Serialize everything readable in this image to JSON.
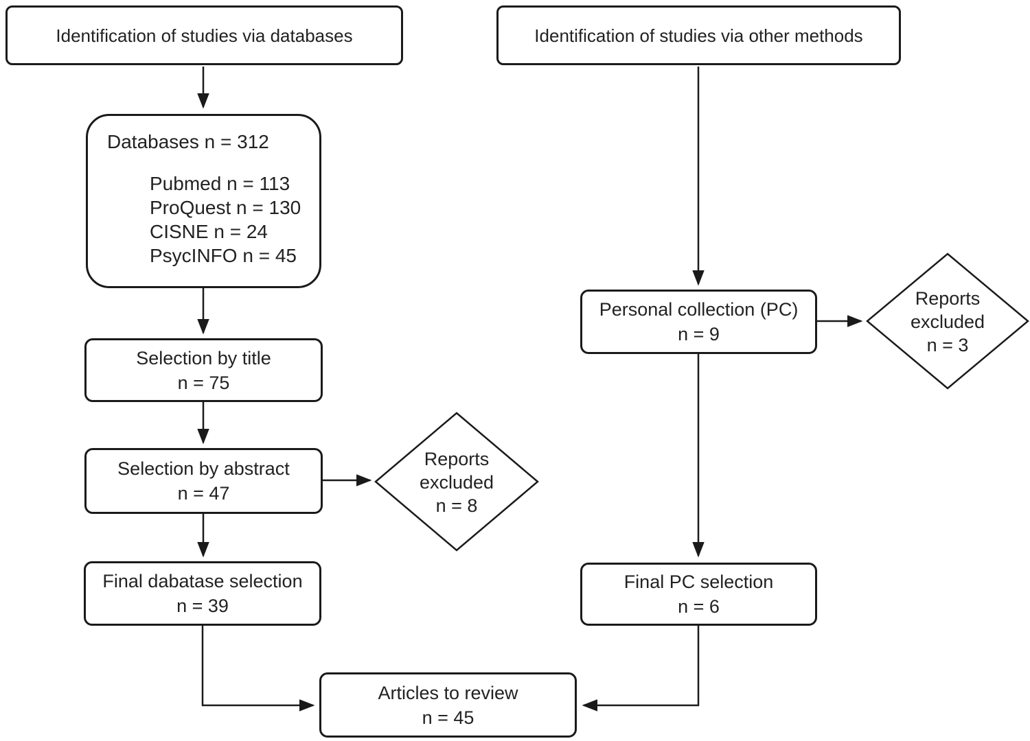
{
  "diagram": {
    "left_column": {
      "header": "Identification of studies via databases",
      "databases_box": {
        "title": "Databases n = 312",
        "items": [
          "Pubmed n = 113",
          "ProQuest n = 130",
          "CISNE n = 24",
          "PsycINFO n = 45"
        ]
      },
      "selection_by_title": {
        "line1": "Selection by title",
        "line2": "n = 75"
      },
      "selection_by_abstract": {
        "line1": "Selection by abstract",
        "line2": "n = 47"
      },
      "reports_excluded_diamond": {
        "line1": "Reports",
        "line2": "excluded",
        "line3": "n = 8"
      },
      "final_selection": {
        "line1": "Final dabatase selection",
        "line2": "n = 39"
      }
    },
    "right_column": {
      "header": "Identification of studies via other methods",
      "personal_collection": {
        "line1": "Personal collection (PC)",
        "line2": "n = 9"
      },
      "reports_excluded_diamond": {
        "line1": "Reports",
        "line2": "excluded",
        "line3": "n = 3"
      },
      "final_selection": {
        "line1": "Final PC selection",
        "line2": "n = 6"
      }
    },
    "merge_box": {
      "line1": "Articles to review",
      "line2": "n = 45"
    },
    "colors": {
      "stroke": "#1a1a1a",
      "text": "#222222",
      "background": "#ffffff"
    }
  }
}
